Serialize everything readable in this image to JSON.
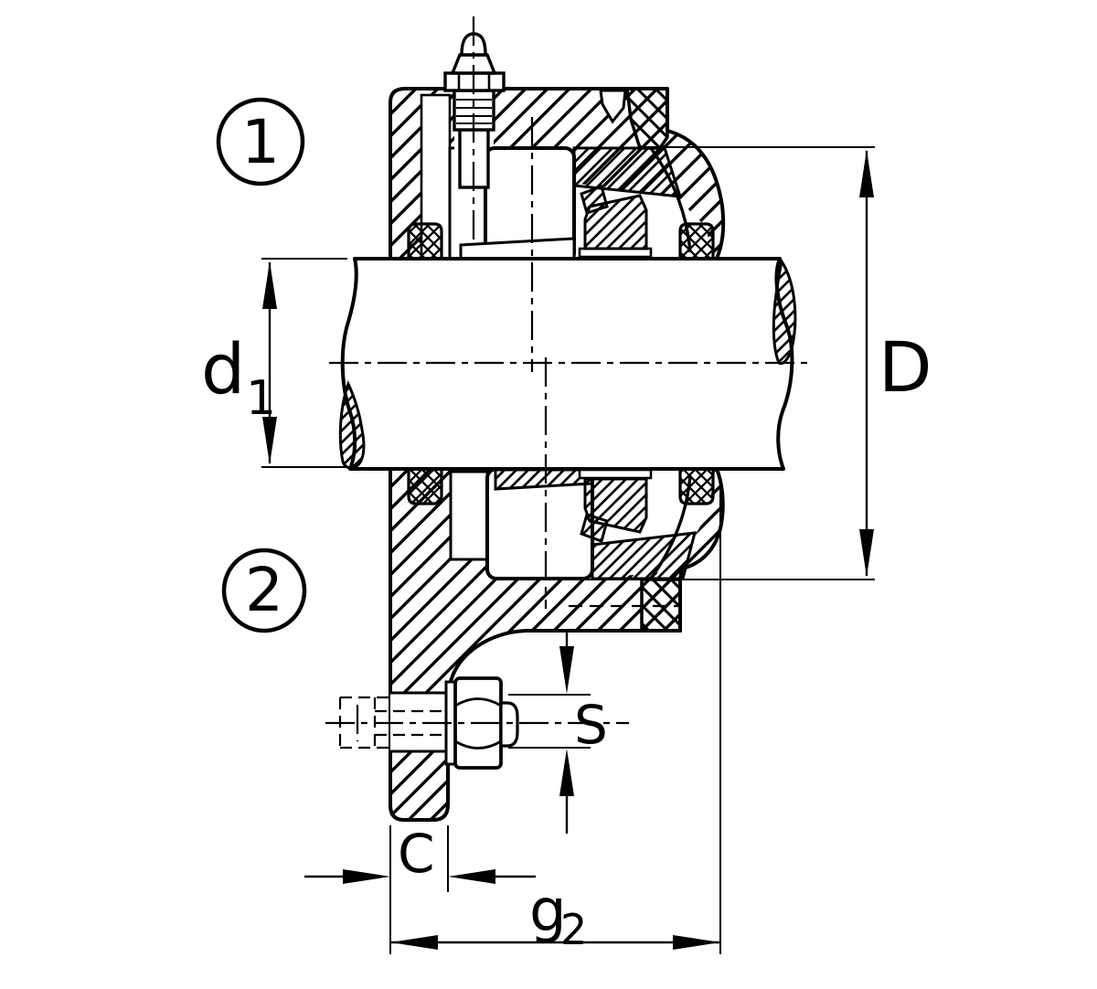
{
  "drawing": {
    "title": "flanged-bearing-unit-cross-section",
    "callouts": {
      "one": "1",
      "two": "2"
    },
    "dimensions": {
      "d1": {
        "base": "d",
        "sub": "1"
      },
      "D": {
        "base": "D"
      },
      "S": {
        "base": "S"
      },
      "C": {
        "base": "C"
      },
      "g2": {
        "base": "g",
        "sub": "2"
      }
    },
    "colors": {
      "line": "#000000",
      "background": "#ffffff"
    }
  }
}
